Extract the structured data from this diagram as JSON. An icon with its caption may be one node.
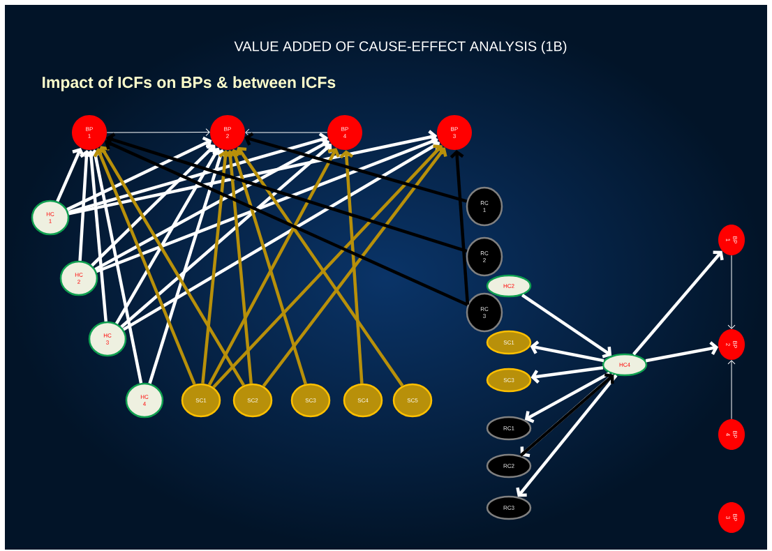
{
  "diagram": {
    "title": "VALUE ADDED OF CAUSE-EFFECT ANALYSIS (1B)",
    "labels": [
      "Impact of ICFs on BPs & between ICFs"
    ],
    "nodes": [
      {
        "text": [
          "BP 1"
        ]
      },
      {
        "text": [
          "BP 2"
        ]
      },
      {
        "text": [
          "BP 4"
        ]
      },
      {
        "text": [
          "BP 3"
        ]
      },
      {
        "text": [
          "HC 1"
        ]
      },
      {
        "text": [
          "HC 2"
        ]
      },
      {
        "text": [
          "HC 3"
        ]
      },
      {
        "text": [
          "HC 4"
        ]
      },
      {
        "text": [
          "SC1"
        ]
      },
      {
        "text": [
          "SC2"
        ]
      },
      {
        "text": [
          "SC3"
        ]
      },
      {
        "text": [
          "SC4"
        ]
      },
      {
        "text": [
          "SC5"
        ]
      },
      {
        "text": [
          "RC 1"
        ]
      },
      {
        "text": [
          "RC 2"
        ]
      },
      {
        "text": [
          "RC 3"
        ]
      },
      {
        "text": [
          "HC2"
        ]
      },
      {
        "text": [
          "SC1"
        ]
      },
      {
        "text": [
          "SC3"
        ]
      },
      {
        "text": [
          "RC1"
        ]
      },
      {
        "text": [
          "RC2"
        ]
      },
      {
        "text": [
          "RC3"
        ]
      },
      {
        "text": [
          "HC4"
        ]
      },
      {
        "text": [
          "BP 1"
        ]
      },
      {
        "text": [
          "BP 2"
        ]
      },
      {
        "text": [
          "BP 4"
        ]
      },
      {
        "text": [
          "BP 3"
        ]
      }
    ],
    "edges": [
      {
        "from": 0,
        "to": 1,
        "arrow": "to"
      },
      {
        "from": 2,
        "to": 1,
        "arrow": "to"
      },
      {
        "from": 4,
        "to": 0,
        "arrow": "to"
      },
      {
        "from": 4,
        "to": 1,
        "arrow": "to"
      },
      {
        "from": 4,
        "to": 2,
        "arrow": "to"
      },
      {
        "from": 4,
        "to": 3,
        "arrow": "to"
      },
      {
        "from": 5,
        "to": 0,
        "arrow": "to"
      },
      {
        "from": 5,
        "to": 1,
        "arrow": "to"
      },
      {
        "from": 5,
        "to": 2,
        "arrow": "to"
      },
      {
        "from": 5,
        "to": 3,
        "arrow": "to"
      },
      {
        "from": 6,
        "to": 0,
        "arrow": "to"
      },
      {
        "from": 6,
        "to": 1,
        "arrow": "to"
      },
      {
        "from": 6,
        "to": 2,
        "arrow": "to"
      },
      {
        "from": 6,
        "to": 3,
        "arrow": "to"
      },
      {
        "from": 7,
        "to": 0,
        "arrow": "to"
      },
      {
        "from": 7,
        "to": 1,
        "arrow": "to"
      },
      {
        "from": 8,
        "to": 0,
        "arrow": "to",
        "color": "#b8900a"
      },
      {
        "from": 8,
        "to": 1,
        "arrow": "to",
        "color": "#b8900a"
      },
      {
        "from": 8,
        "to": 2,
        "arrow": "to",
        "color": "#b8900a"
      },
      {
        "from": 8,
        "to": 3,
        "arrow": "to",
        "color": "#b8900a"
      },
      {
        "from": 9,
        "to": 0,
        "arrow": "to",
        "color": "#b8900a"
      },
      {
        "from": 9,
        "to": 1,
        "arrow": "to",
        "color": "#b8900a"
      },
      {
        "from": 9,
        "to": 3,
        "arrow": "to",
        "color": "#b8900a"
      },
      {
        "from": 10,
        "to": 1,
        "arrow": "to",
        "color": "#b8900a"
      },
      {
        "from": 11,
        "to": 2,
        "arrow": "to",
        "color": "#b8900a"
      },
      {
        "from": 12,
        "to": 1,
        "arrow": "to",
        "color": "#b8900a"
      },
      {
        "from": 13,
        "to": 1,
        "arrow": "to",
        "color": "#000000"
      },
      {
        "from": 14,
        "to": 0,
        "arrow": "to",
        "color": "#000000"
      },
      {
        "from": 15,
        "to": 0,
        "arrow": "to",
        "color": "#000000"
      },
      {
        "from": 15,
        "to": 3,
        "arrow": "to",
        "color": "#000000"
      },
      {
        "from": 16,
        "to": 22,
        "arrow": "to"
      },
      {
        "from": 22,
        "to": 17,
        "arrow": "to"
      },
      {
        "from": 22,
        "to": 18,
        "arrow": "to"
      },
      {
        "from": 22,
        "to": 19,
        "arrow": "to"
      },
      {
        "from": 22,
        "to": 20,
        "arrow": "to"
      },
      {
        "from": 22,
        "to": 21,
        "arrow": "to"
      },
      {
        "from": 20,
        "to": 22,
        "arrow": "to",
        "color": "#000000"
      },
      {
        "from": 22,
        "to": 23,
        "arrow": "to"
      },
      {
        "from": 22,
        "to": 24,
        "arrow": "to"
      },
      {
        "from": 23,
        "to": 24,
        "arrow": "to"
      },
      {
        "from": 25,
        "to": 24,
        "arrow": "to"
      }
    ]
  }
}
